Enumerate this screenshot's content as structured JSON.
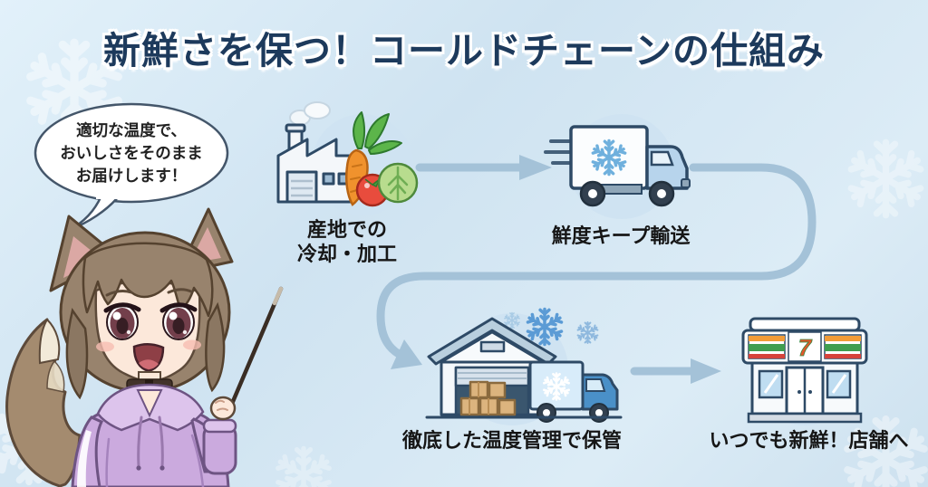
{
  "title": "新鮮さを保つ！コールドチェーンの仕組み",
  "speech_bubble": {
    "line1": "適切な温度で、",
    "line2": "おいしさをそのまま",
    "line3": "お届けします！"
  },
  "flow": {
    "steps": [
      {
        "icon": "factory-vegetables-icon",
        "label_line1": "産地での",
        "label_line2": "冷却・加工"
      },
      {
        "icon": "freezer-truck-icon",
        "label": "鮮度キープ輸送"
      },
      {
        "icon": "warehouse-truck-icon",
        "label": "徹底した温度管理で保管"
      },
      {
        "icon": "convenience-store-icon",
        "label": "いつでも新鮮！店舗へ",
        "sign_text": "7"
      }
    ]
  },
  "colors": {
    "background": "#d9eaf5",
    "title": "#1d3a5c",
    "arrow": "#a4c2d8",
    "icon_circle": "#cfe3f2",
    "snowflake_blue": "#6aa5d8"
  }
}
